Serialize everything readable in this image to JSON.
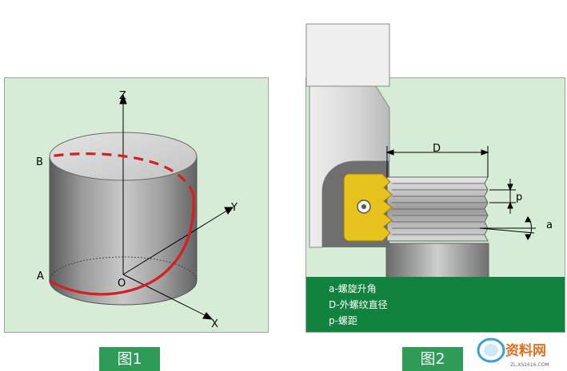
{
  "figure1": {
    "caption": "图1",
    "labels": {
      "z": "Z",
      "y": "Y",
      "x": "X",
      "o": "O",
      "a": "A",
      "b": "B"
    }
  },
  "figure2": {
    "caption": "图2",
    "labels": {
      "d": "D",
      "p": "p",
      "a": "a"
    },
    "legend": [
      "a-螺旋升角",
      "D-外螺纹直径",
      "p-螺距"
    ]
  },
  "watermark": {
    "brand": "资料网",
    "url": "ZL.XS1616.COM"
  },
  "colors": {
    "caption_bg": "#2e9b57",
    "legend_bg": "#11833e",
    "panel_bg": "#d7ecd6",
    "helix": "#d42020",
    "insert": "#e6c21c"
  }
}
